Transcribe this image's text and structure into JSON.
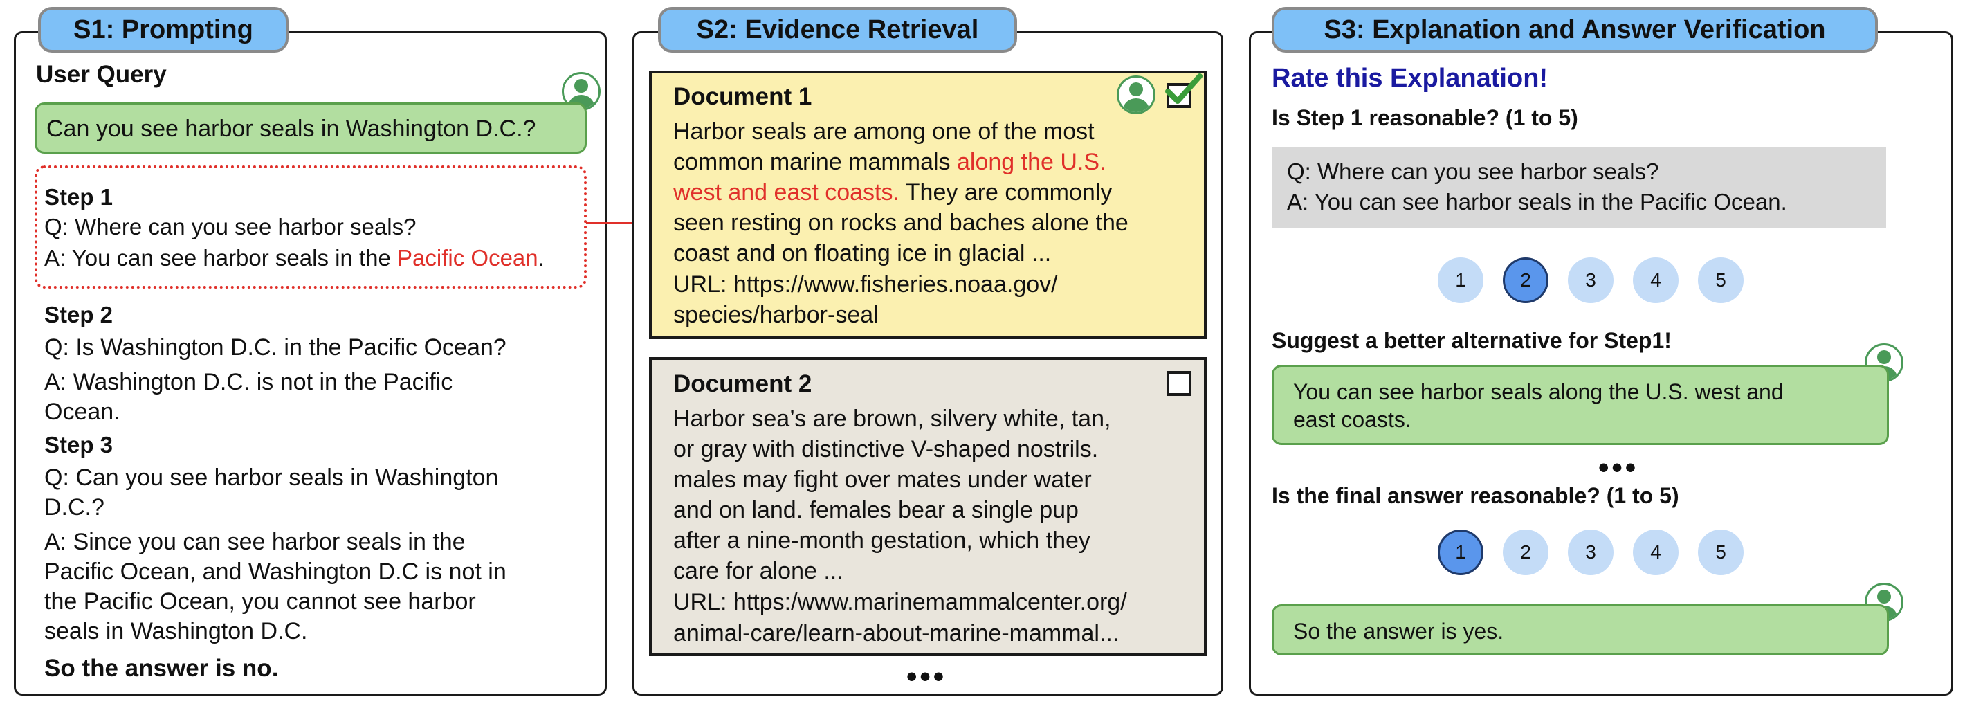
{
  "s1": {
    "tab": "S1: Prompting",
    "user_query_label": "User Query",
    "query": "Can you see harbor seals in Washington D.C.?",
    "step1": {
      "title": "Step 1",
      "q": "Q: Where can you see harbor seals?",
      "a_prefix": "A: You can see harbor seals in the ",
      "a_highlight": "Pacific Ocean",
      "a_suffix": "."
    },
    "step2": {
      "title": "Step 2",
      "q": "Q: Is Washington D.C. in the Pacific Ocean?",
      "a_lines": [
        "A: Washington D.C. is not in the Pacific",
        "Ocean."
      ]
    },
    "step3": {
      "title": "Step 3",
      "q_lines": [
        "Q: Can you see harbor seals in Washington",
        "D.C.?"
      ],
      "a_lines": [
        "A: Since you can see harbor seals in the",
        "Pacific Ocean, and Washington D.C is not in",
        "the Pacific Ocean, you cannot see harbor",
        "seals in  Washington D.C."
      ]
    },
    "final": "So the answer is no."
  },
  "s2": {
    "tab": "S2: Evidence Retrieval",
    "doc1": {
      "title": "Document 1",
      "line1": "Harbor seals are among one of the most",
      "line2_plain": "common marine mammals ",
      "line2_red": "along the U.S.",
      "line3_red": "west and east coasts.",
      "line3_plain": " They are commonly",
      "line4": "seen resting on rocks and baches alone the",
      "line5": "coast and on floating ice in glacial ...",
      "url1": "URL: https://www.fisheries.noaa.gov/",
      "url2": "species/harbor-seal"
    },
    "doc2": {
      "title": "Document 2",
      "lines": [
        "Harbor sea’s are brown, silvery white, tan,",
        "or gray with distinctive V-shaped nostrils.",
        "males may fight over mates under water",
        "and on land. females bear a single pup",
        "after a nine-month gestation, which they",
        "care for alone ..."
      ],
      "url1": "URL: https:/www.marinemammalcenter.org/",
      "url2": "animal-care/learn-about-marine-mammal..."
    },
    "more": "•••"
  },
  "s3": {
    "tab": "S3: Explanation and Answer Verification",
    "heading": "Rate this Explanation!",
    "q1": "Is Step 1 reasonable? (1 to 5)",
    "step_q": "Q:  Where can you see harbor seals?",
    "step_a": "A:  You can see harbor seals in the Pacific Ocean.",
    "rating1": [
      "1",
      "2",
      "3",
      "4",
      "5"
    ],
    "rating1_selected": 2,
    "suggest_label": "Suggest a better alternative for Step1!",
    "suggestion_lines": [
      "You can see harbor seals along the U.S. west and",
      "east coasts."
    ],
    "more": "•••",
    "q_final": "Is the final answer reasonable? (1 to 5)",
    "rating2": [
      "1",
      "2",
      "3",
      "4",
      "5"
    ],
    "rating2_selected": 1,
    "final_answer": "So the answer is yes."
  },
  "colors": {
    "tab_blue": "#7ec0f7",
    "bubble_green": "#b2dea0",
    "highlight_red": "#e0302a",
    "doc1_yellow": "#fbf0b0",
    "doc2_beige": "#e9e5dc",
    "heading_navy": "#1a1aa0",
    "rating_light": "#c4dcf7",
    "rating_selected": "#5a96ec"
  },
  "icons": [
    "user-avatar-icon",
    "checkmark-icon"
  ]
}
